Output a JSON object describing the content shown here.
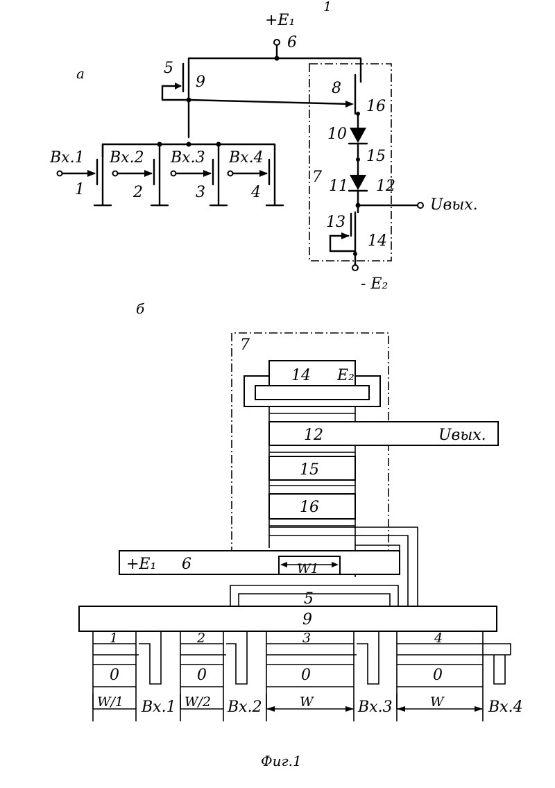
{
  "page_number": "1",
  "part_a": {
    "section_label": "а",
    "supply_top": "+E₁",
    "supply_top_node": "6",
    "inputs": [
      "Вх.1",
      "Вх.2",
      "Вх.3",
      "Вх.4"
    ],
    "input_transistors": [
      "1",
      "2",
      "3",
      "4"
    ],
    "load_transistor": "5",
    "load_node": "9",
    "transistor_8": "8",
    "node_16": "16",
    "diode_10": "10",
    "node_15": "15",
    "diode_11": "11",
    "node_12": "12",
    "block_7": "7",
    "output": "Uвых.",
    "transistor_13": "13",
    "node_14": "14",
    "supply_bottom": "- E₂"
  },
  "part_b": {
    "section_label": "б",
    "block_7": "7",
    "layer_14": "14",
    "layer_e2": "E₂",
    "layer_12": "12",
    "output": "Uвых.",
    "layer_15": "15",
    "layer_16": "16",
    "bus_e1": "+E₁",
    "bus_6": "6",
    "width_w1": "W1",
    "layer_5": "5",
    "layer_9": "9",
    "cells": [
      "1",
      "2",
      "3",
      "4"
    ],
    "zeros": [
      "0",
      "0",
      "0",
      "0"
    ],
    "widths": [
      "W/1",
      "W/2",
      "W",
      "W"
    ],
    "inputs": [
      "Вх.1",
      "Вх.2",
      "Вх.3",
      "Вх.4"
    ]
  },
  "caption": "Фиг.1"
}
